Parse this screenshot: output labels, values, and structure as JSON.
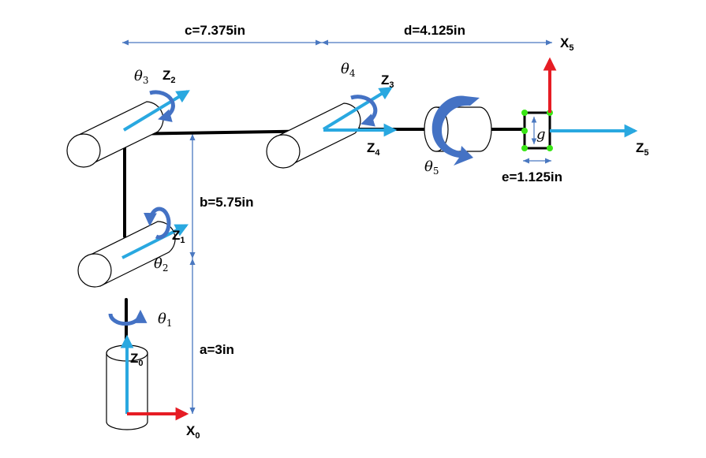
{
  "dimensions": {
    "a": "a=3in",
    "b": "b=5.75in",
    "c": "c=7.375in",
    "d": "d=4.125in",
    "e": "e=1.125in"
  },
  "axes": {
    "z0": {
      "main": "Z",
      "sub": "0"
    },
    "z1": {
      "main": "Z",
      "sub": "1"
    },
    "z2": {
      "main": "Z",
      "sub": "2"
    },
    "z3": {
      "main": "Z",
      "sub": "3"
    },
    "z4": {
      "main": "Z",
      "sub": "4"
    },
    "z5": {
      "main": "Z",
      "sub": "5"
    },
    "x0": {
      "main": "X",
      "sub": "0"
    },
    "x5": {
      "main": "X",
      "sub": "5"
    }
  },
  "joints": {
    "t1": {
      "main": "θ",
      "sub": "1"
    },
    "t2": {
      "main": "θ",
      "sub": "2"
    },
    "t3": {
      "main": "θ",
      "sub": "3"
    },
    "t4": {
      "main": "θ",
      "sub": "4"
    },
    "t5": {
      "main": "θ",
      "sub": "5"
    }
  },
  "gripper_label": "g",
  "colors": {
    "z_axis": "#29a8e0",
    "x_axis": "#e61c24",
    "rotation_arrow": "#4472c4",
    "dimension_line": "#4a78c0",
    "gripper_dot": "#39e615",
    "link": "#000000"
  }
}
